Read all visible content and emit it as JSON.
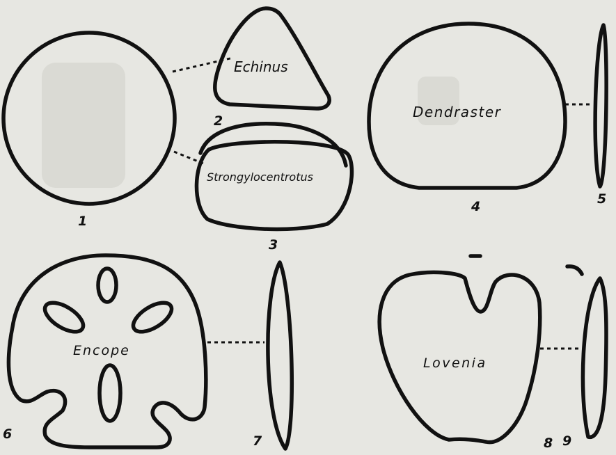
{
  "labels": {
    "echinus": "Echinus",
    "strongylocentrotus": "Strongylocentrotus",
    "dendraster": "Dendraster",
    "encope": "Encope",
    "lovenia": "Lovenia"
  },
  "numbers": {
    "n1": "1",
    "n2": "2",
    "n3": "3",
    "n4": "4",
    "n5": "5",
    "n6": "6",
    "n7": "7",
    "n8": "8",
    "n9": "9"
  },
  "colors": {
    "ink": "#111111",
    "paper": "#e7e7e2"
  }
}
